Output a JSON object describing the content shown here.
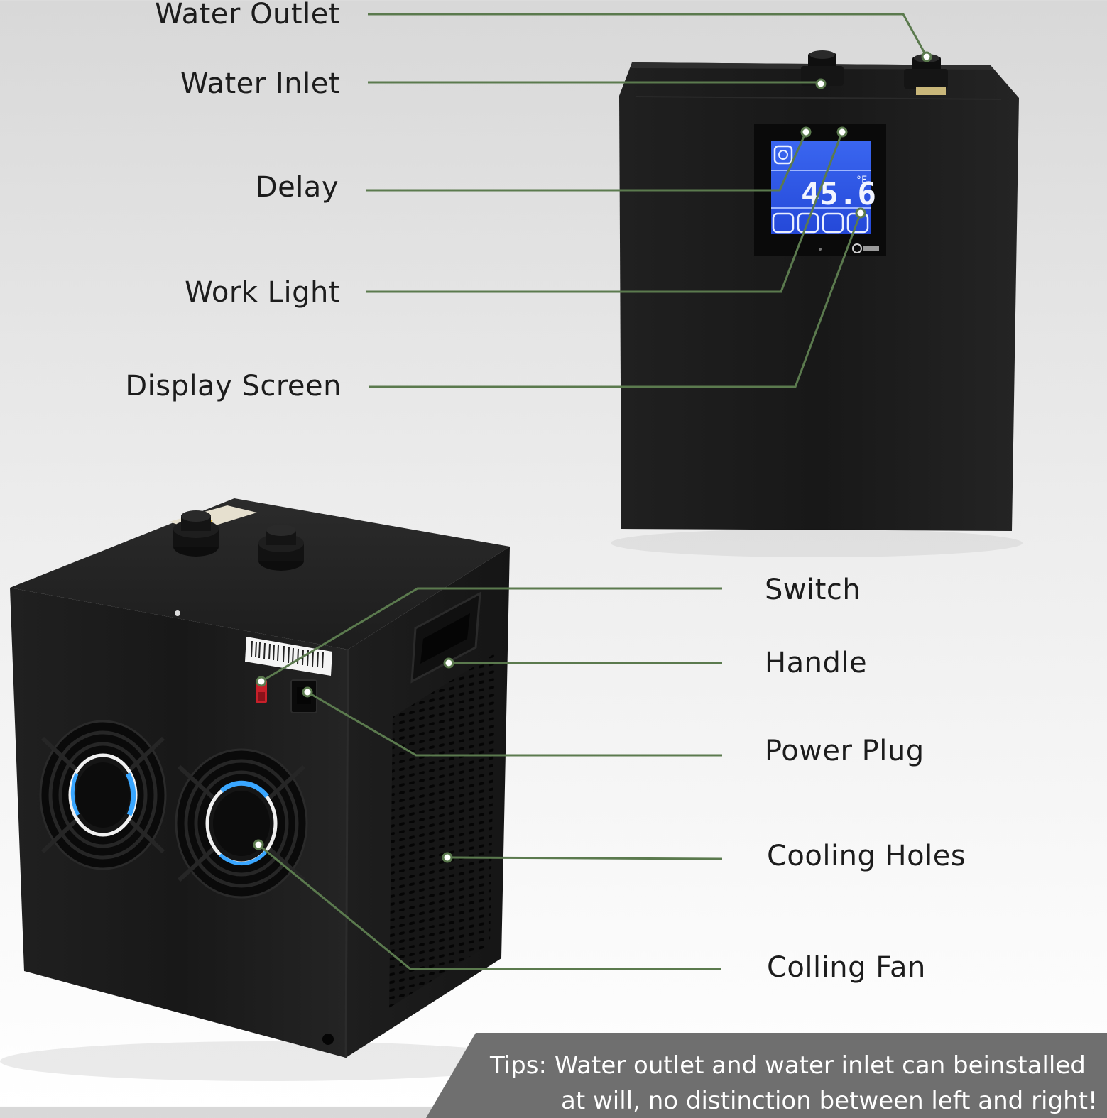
{
  "labels": {
    "water_outlet": "Water Outlet",
    "water_inlet": "Water Inlet",
    "delay": "Delay",
    "work_light": "Work Light",
    "display_screen": "Display Screen",
    "switch": "Switch",
    "handle": "Handle",
    "power_plug": "Power Plug",
    "cooling_holes": "Cooling Holes",
    "colling_fan": "Colling Fan"
  },
  "display": {
    "temperature": "45.6",
    "unit": "°F"
  },
  "tips": {
    "line1": "Tips: Water outlet and water inlet can beinstalled",
    "line2": "at will, no distinction between left and right!"
  },
  "colors": {
    "leader_line": "#5b7a4e",
    "callout_dot_fill": "#ffffff",
    "device_body": "#1b1b1b",
    "screen_blue": "#2f55e6",
    "fan_ring_blue": "#39a6ff",
    "tips_banner": "#6f6f6f"
  }
}
